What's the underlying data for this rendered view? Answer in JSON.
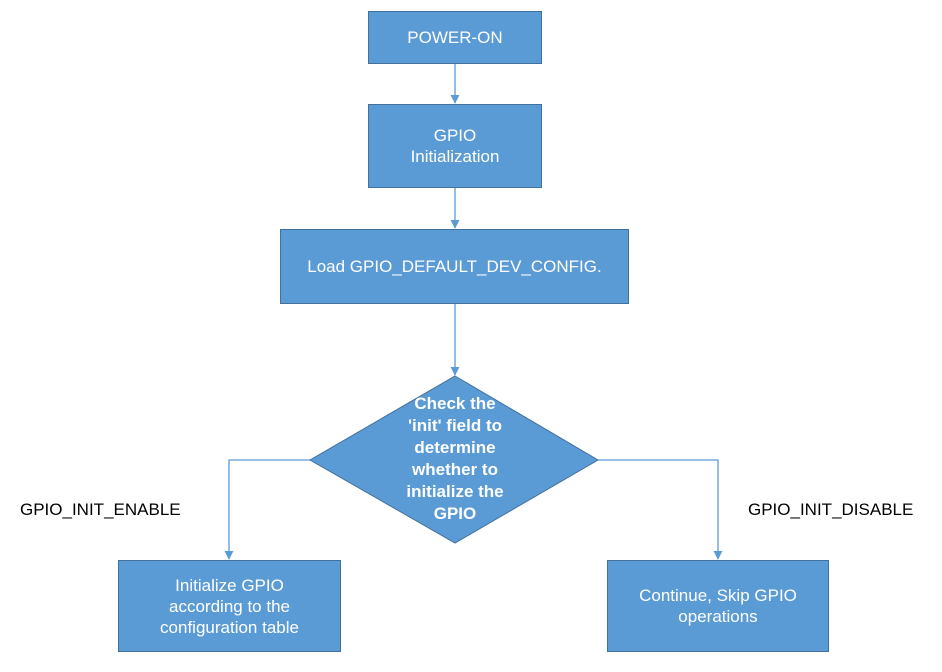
{
  "diagram": {
    "nodes": {
      "power_on": "POWER-ON",
      "gpio_init": "GPIO\nInitialization",
      "load_config": "Load GPIO_DEFAULT_DEV_CONFIG.",
      "decision": "Check the\n'init' field to\ndetermine\nwhether to\ninitialize the\nGPIO",
      "init_gpio": "Initialize GPIO\naccording to the\nconfiguration table",
      "skip_gpio": "Continue, Skip GPIO\noperations"
    },
    "edge_labels": {
      "enable": "GPIO_INIT_ENABLE",
      "disable": "GPIO_INIT_DISABLE"
    },
    "colors": {
      "node_fill": "#5b9bd5",
      "node_border": "#41719c",
      "connector": "#5b9bd5"
    }
  }
}
